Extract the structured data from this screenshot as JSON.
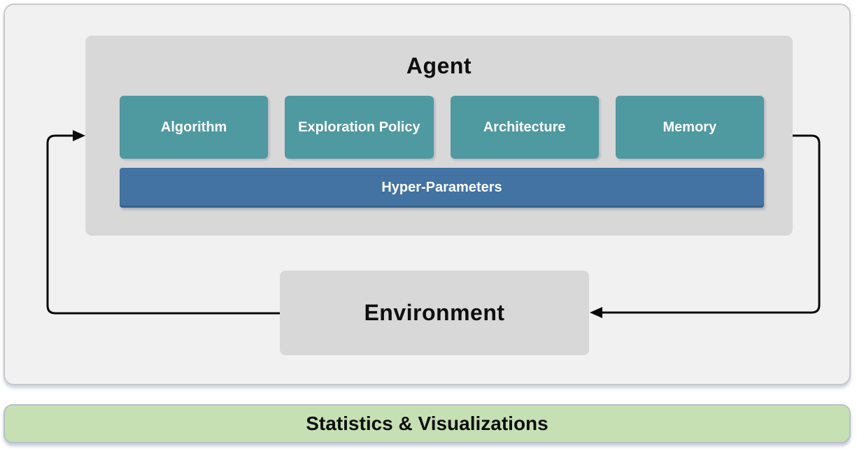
{
  "colors": {
    "arrow": "#0A0A0A",
    "component_teal": "#4F99A1",
    "hyper_parameters_blue": "#4273A3",
    "box_gray": "#D8D8D8",
    "panel_gray": "#F1F1F1",
    "footer_green": "#C6E0B4"
  },
  "agent": {
    "title": "Agent",
    "components": [
      {
        "label": "Algorithm"
      },
      {
        "label": "Exploration Policy"
      },
      {
        "label": "Architecture"
      },
      {
        "label": "Memory"
      }
    ],
    "hyper_parameters": {
      "label": "Hyper-Parameters"
    }
  },
  "environment": {
    "title": "Environment"
  },
  "footer": {
    "label": "Statistics & Visualizations"
  }
}
